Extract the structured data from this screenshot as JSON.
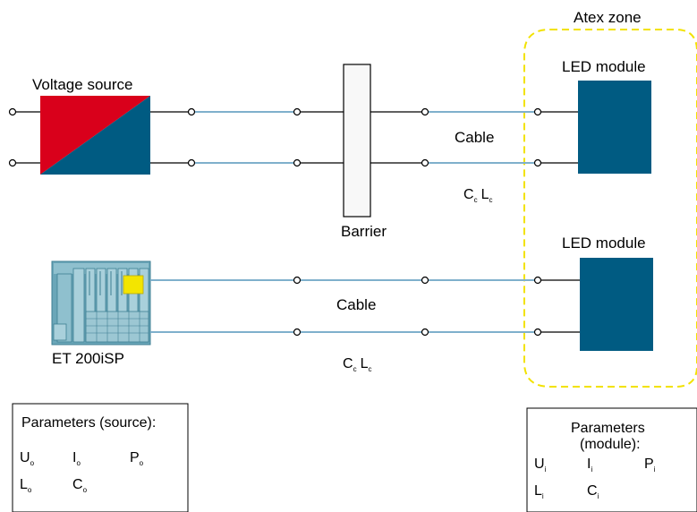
{
  "zone": {
    "label": "Atex zone"
  },
  "source": {
    "label": "Voltage source"
  },
  "barrier": {
    "label": "Barrier"
  },
  "et200": {
    "label": "ET 200iSP"
  },
  "modules": [
    {
      "label": "LED module"
    },
    {
      "label": "LED module"
    }
  ],
  "cables": [
    {
      "label": "Cable",
      "cap_symbol": "C",
      "cap_sub": "c",
      "ind_symbol": "L",
      "ind_sub": "c"
    },
    {
      "label": "Cable",
      "cap_symbol": "C",
      "cap_sub": "c",
      "ind_symbol": "L",
      "ind_sub": "c"
    }
  ],
  "params_source": {
    "title": "Parameters (source):",
    "items": [
      {
        "symbol": "U",
        "sub": "o"
      },
      {
        "symbol": "I",
        "sub": "o"
      },
      {
        "symbol": "P",
        "sub": "o"
      },
      {
        "symbol": "L",
        "sub": "o"
      },
      {
        "symbol": "C",
        "sub": "o"
      }
    ]
  },
  "params_module": {
    "title_line1": "Parameters",
    "title_line2": "(module):",
    "items": [
      {
        "symbol": "U",
        "sub": "i"
      },
      {
        "symbol": "I",
        "sub": "i"
      },
      {
        "symbol": "P",
        "sub": "i"
      },
      {
        "symbol": "L",
        "sub": "i"
      },
      {
        "symbol": "C",
        "sub": "i"
      }
    ]
  },
  "colors": {
    "source_red": "#d9001b",
    "module_blue": "#005b82",
    "wire_blue": "#7fb0cc",
    "zone_yellow": "#f2e200",
    "et200_teal": "#4e8fa3",
    "et200_yellow": "#f3e500"
  }
}
